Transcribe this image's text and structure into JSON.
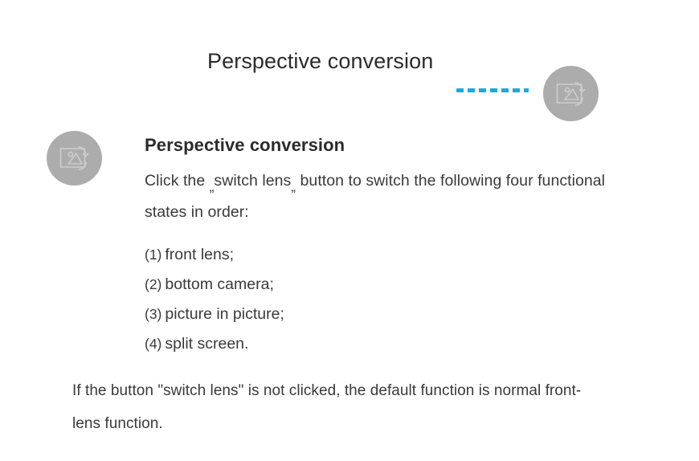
{
  "header": {
    "title": "Perspective conversion",
    "connector": "dashed-line",
    "connector_color": "#16ace0",
    "icon_name": "switch-lens-icon"
  },
  "section": {
    "icon_name": "switch-lens-icon",
    "heading": "Perspective conversion",
    "intro_prefix": "Click the ",
    "intro_quote_open": "„",
    "intro_button_name": "switch lens",
    "intro_quote_close": "„",
    "intro_suffix": " button to switch the following four functional states in order:",
    "items": [
      {
        "num": "(1)",
        "label": "front lens;"
      },
      {
        "num": "(2)",
        "label": "bottom camera;"
      },
      {
        "num": "(3)",
        "label": "picture in picture;"
      },
      {
        "num": "(4)",
        "label": "split screen."
      }
    ]
  },
  "footer": {
    "note": "If the button \"switch lens\" is not clicked, the default function is normal front-lens function."
  },
  "colors": {
    "accent": "#16ace0",
    "icon_circle": "#acacac",
    "title_text": "#2b2b2b",
    "body_text": "#3a3a3a",
    "background": "#ffffff"
  }
}
